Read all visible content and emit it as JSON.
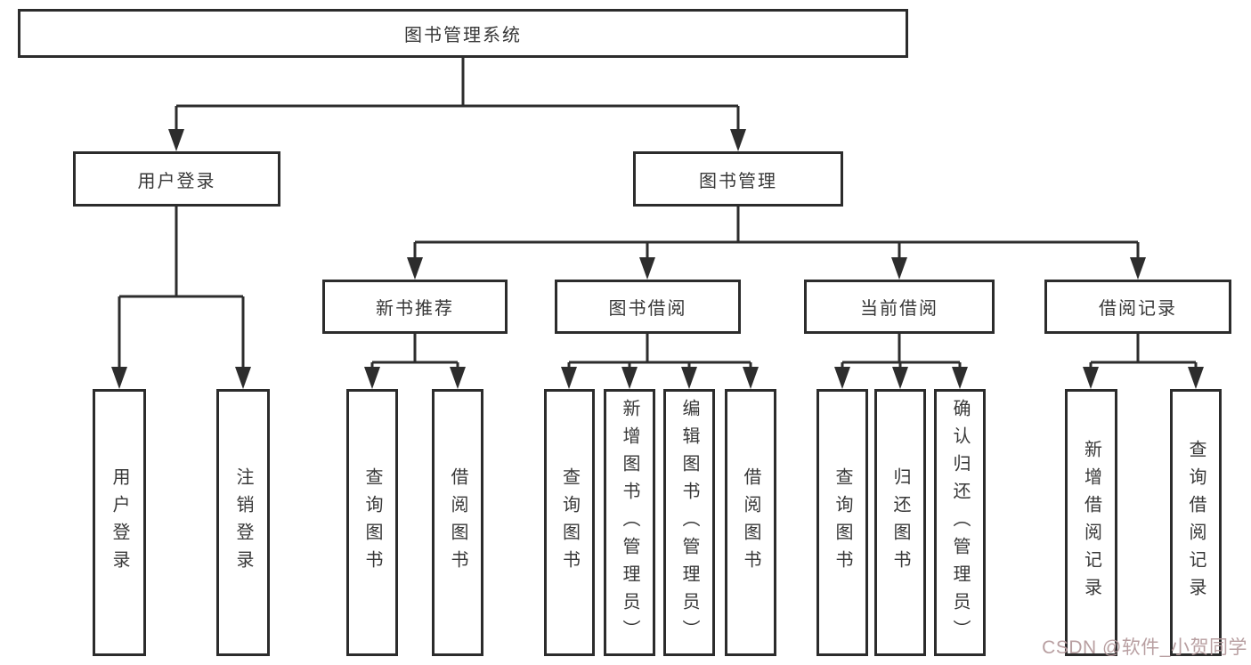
{
  "tree": {
    "root": {
      "label": "图书管理系统"
    },
    "level1": [
      {
        "label": "用户登录",
        "children": [
          {
            "label": "用户登录"
          },
          {
            "label": "注销登录"
          }
        ]
      },
      {
        "label": "图书管理",
        "children": [
          {
            "label": "新书推荐",
            "children": [
              {
                "label": "查询图书"
              },
              {
                "label": "借阅图书"
              }
            ]
          },
          {
            "label": "图书借阅",
            "children": [
              {
                "label": "查询图书"
              },
              {
                "label": "新增图书（管理员）"
              },
              {
                "label": "编辑图书（管理员）"
              },
              {
                "label": "借阅图书"
              }
            ]
          },
          {
            "label": "当前借阅",
            "children": [
              {
                "label": "查询图书"
              },
              {
                "label": "归还图书"
              },
              {
                "label": "确认归还（管理员）"
              }
            ]
          },
          {
            "label": "借阅记录",
            "children": [
              {
                "label": "新增借阅记录"
              },
              {
                "label": "查询借阅记录"
              }
            ]
          }
        ]
      }
    ]
  },
  "watermark": {
    "text": "CSDN @软件_小贺同学",
    "color": "#b59a9c"
  },
  "colors": {
    "line": "#2d2d2d",
    "box_border": "#2c2c2c",
    "text": "#383838",
    "background": "#ffffff"
  }
}
